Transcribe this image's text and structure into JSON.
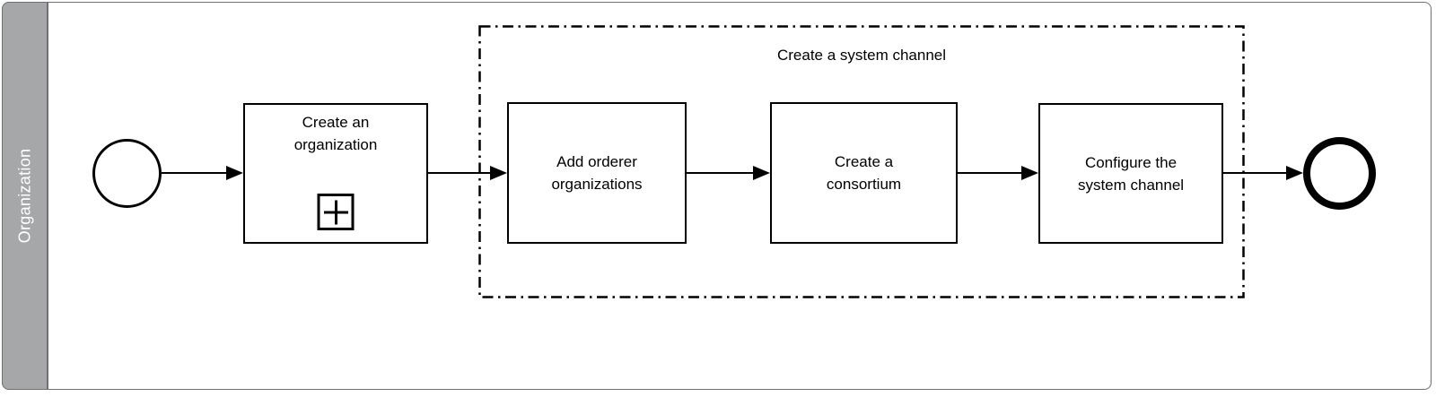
{
  "diagram": {
    "lane": {
      "label": "Organization"
    },
    "group": {
      "label": "Create a system channel"
    },
    "tasks": [
      {
        "name": "create-an-organization",
        "label": "Create an organization",
        "lines": [
          "Create an",
          "organization"
        ],
        "marker": "subprocess-plus"
      },
      {
        "name": "add-orderer-organizations",
        "label": "Add orderer organizations",
        "lines": [
          "Add orderer",
          "organizations"
        ]
      },
      {
        "name": "create-a-consortium",
        "label": "Create a consortium",
        "lines": [
          "Create a",
          "consortium"
        ]
      },
      {
        "name": "configure-the-system-channel",
        "label": "Configure the system channel",
        "lines": [
          "Configure the",
          "system channel"
        ]
      }
    ],
    "events": [
      {
        "name": "start-event",
        "kind": "start"
      },
      {
        "name": "end-event",
        "kind": "end"
      }
    ],
    "colors": {
      "lane_fill": "#a5a7a9",
      "lane_border": "#6e7073",
      "stroke": "#000000",
      "lane_label_color": "#ffffff"
    }
  }
}
